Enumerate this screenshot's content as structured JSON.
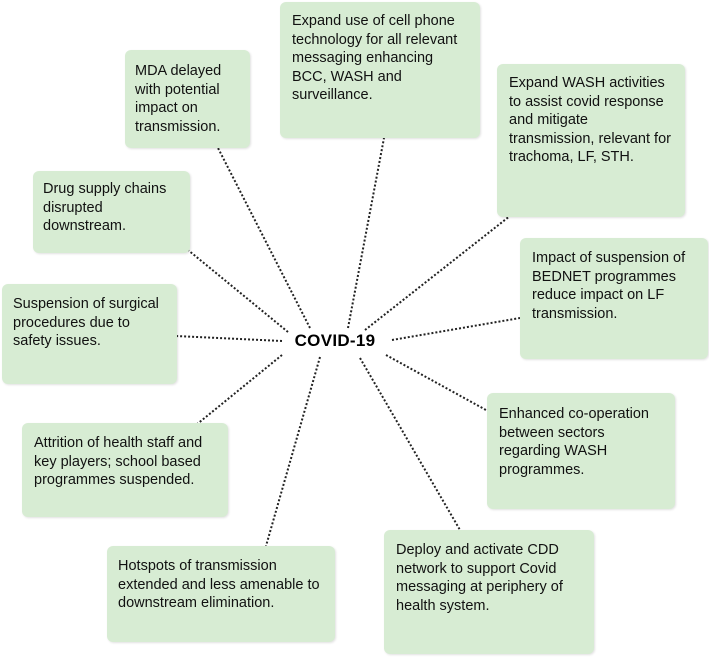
{
  "center": {
    "label": "COVID-19"
  },
  "nodes": [
    {
      "id": "cell-phone",
      "text": "Expand use of cell phone technology for all relevant messaging enhancing BCC, WASH and surveillance."
    },
    {
      "id": "mda-delayed",
      "text": "MDA delayed with potential impact on transmission."
    },
    {
      "id": "expand-wash",
      "text": "Expand WASH activities to assist covid response and mitigate transmission, relevant for trachoma, LF, STH."
    },
    {
      "id": "drug-supply",
      "text": "Drug supply chains disrupted downstream."
    },
    {
      "id": "bednet",
      "text": "Impact of suspension of BEDNET programmes reduce impact on LF transmission."
    },
    {
      "id": "surgical",
      "text": "Suspension of surgical procedures due to safety issues."
    },
    {
      "id": "cooperation",
      "text": "Enhanced co-operation between sectors regarding WASH programmes."
    },
    {
      "id": "attrition",
      "text": "Attrition of health staff and key players; school based programmes suspended."
    },
    {
      "id": "hotspots",
      "text": "Hotspots of transmission extended and less amenable to downstream elimination."
    },
    {
      "id": "cdd-network",
      "text": "Deploy and activate CDD network to support Covid messaging at periphery of health system."
    }
  ]
}
